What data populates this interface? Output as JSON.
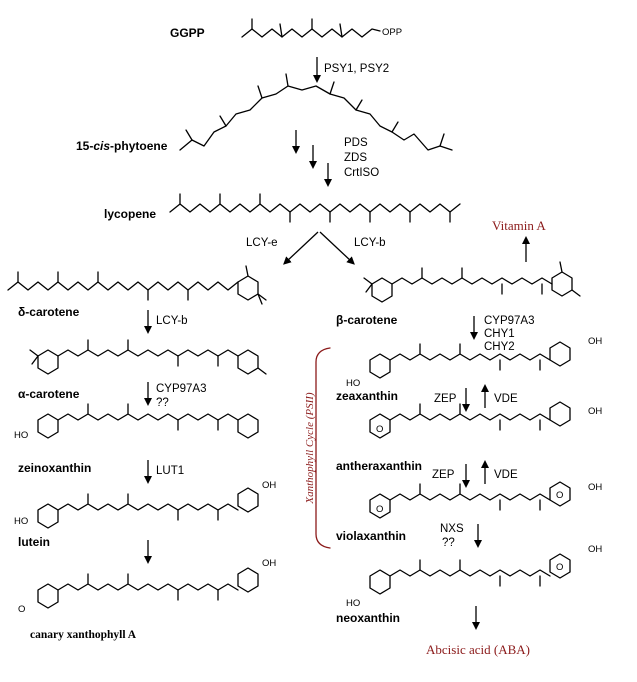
{
  "compounds": {
    "ggpp": "GGPP",
    "phytoene_pre": "15-",
    "phytoene_cis": "cis",
    "phytoene_post": "-phytoene",
    "lycopene": "lycopene",
    "delta_carotene": "δ-carotene",
    "alpha_carotene": "α-carotene",
    "zeinoxanthin": "zeinoxanthin",
    "lutein": "lutein",
    "canary_xanthophyll": "canary xanthophyll A",
    "beta_carotene": "β-carotene",
    "zeaxanthin": "zeaxanthin",
    "antheraxanthin": "antheraxanthin",
    "violaxanthin": "violaxanthin",
    "neoxanthin": "neoxanthin"
  },
  "enzymes": {
    "psy": "PSY1, PSY2",
    "pds": "PDS",
    "zds": "ZDS",
    "crtiso": "CrtISO",
    "lcy_e": "LCY-e",
    "lcy_b_branch": "LCY-b",
    "lcy_b_alpha": "LCY-b",
    "cyp97a3_alpha": "CYP97A3",
    "unknown_alpha": "??",
    "lut1": "LUT1",
    "cyp97a3_beta": "CYP97A3",
    "chy1": "CHY1",
    "chy2": "CHY2",
    "zep_1": "ZEP",
    "vde_1": "VDE",
    "zep_2": "ZEP",
    "vde_2": "VDE",
    "nxs": "NXS",
    "unknown_neo": "??"
  },
  "products": {
    "vitamin_a": "Vitamin A",
    "aba": "Abcisic acid (ABA)"
  },
  "cycle_label": "Xanthophyll Cycle (PSII)",
  "atoms": {
    "opp": "OPP",
    "oh": "OH",
    "ho": "HO",
    "o": "O"
  },
  "colors": {
    "annotation": "#8b1a1a",
    "structure": "#000000"
  }
}
